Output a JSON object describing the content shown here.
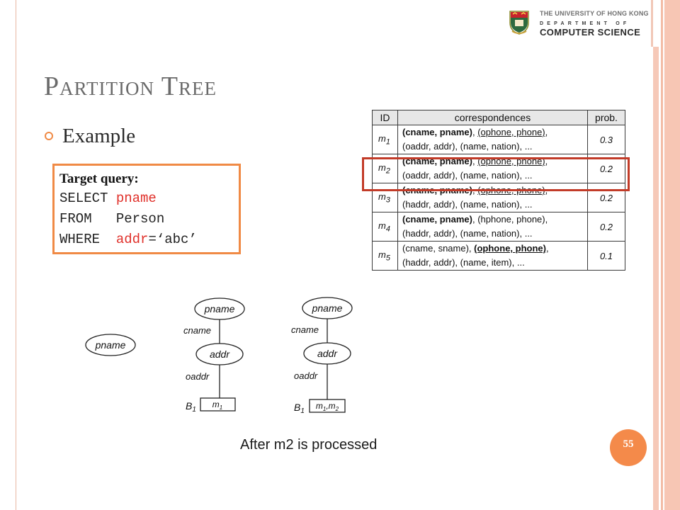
{
  "header": {
    "university": "THE UNIVERSITY OF HONG KONG",
    "department": "DEPARTMENT OF",
    "faculty": "COMPUTER SCIENCE"
  },
  "title": "Partition Tree",
  "bullet": "Example",
  "query": {
    "heading": "Target query:",
    "select_kw": "SELECT ",
    "select_attr": "pname",
    "from_kw": "FROM   ",
    "from_rel": "Person",
    "where_kw": "WHERE  ",
    "where_attr": "addr",
    "where_rest": "=‘abc’"
  },
  "table": {
    "headers": [
      "ID",
      "correspondences",
      "prob."
    ],
    "rows": [
      {
        "id": "m",
        "sub": "1",
        "line1_a": "(cname, pname)",
        "line1_b": ", ",
        "line1_c": "(ophone, phone)",
        "line1_d": ",",
        "line2": "(oaddr, addr), (name, nation), ...",
        "prob": "0.3"
      },
      {
        "id": "m",
        "sub": "2",
        "line1_a": "(cname, pname)",
        "line1_b": ", ",
        "line1_c": "(ophone, phone)",
        "line1_d": ",",
        "line2": "(oaddr, addr), (name, nation), ...",
        "prob": "0.2"
      },
      {
        "id": "m",
        "sub": "3",
        "line1_a": "(cname, pname)",
        "line1_b": ", ",
        "line1_c": "(ophone, phone)",
        "line1_d": ",",
        "line2": "(haddr, addr), (name, nation), ...",
        "prob": "0.2"
      },
      {
        "id": "m",
        "sub": "4",
        "line1_a": "(cname, pname)",
        "line1_b": ", (hphone, phone),",
        "line1_c": "",
        "line1_d": "",
        "line2": "(haddr, addr), (name, nation), ...",
        "prob": "0.2"
      },
      {
        "id": "m",
        "sub": "5",
        "line1_a": "(cname, sname)",
        "line1_b": ", ",
        "line1_c": "(ophone, phone)",
        "line1_d": ",",
        "line2": "(haddr, addr), (name, item), ...",
        "prob": "0.1"
      }
    ]
  },
  "diagram": {
    "tree0": {
      "root": "pname"
    },
    "tree1": {
      "root": "pname",
      "edge1": "cname",
      "child": "addr",
      "edge2": "oaddr",
      "bucket": "B",
      "bucket_sub": "1",
      "leaf": "m",
      "leaf_sub": "1"
    },
    "tree2": {
      "root": "pname",
      "edge1": "cname",
      "child": "addr",
      "edge2": "oaddr",
      "bucket": "B",
      "bucket_sub": "1",
      "leaf_a": "m",
      "leaf_a_sub": "1",
      "leaf_sep": ",",
      "leaf_b": "m",
      "leaf_b_sub": "2"
    }
  },
  "caption": "After m2 is processed",
  "page_number": "55",
  "colors": {
    "accent": "#f08a45",
    "highlight": "#c23b28",
    "query_red": "#e0302a"
  }
}
